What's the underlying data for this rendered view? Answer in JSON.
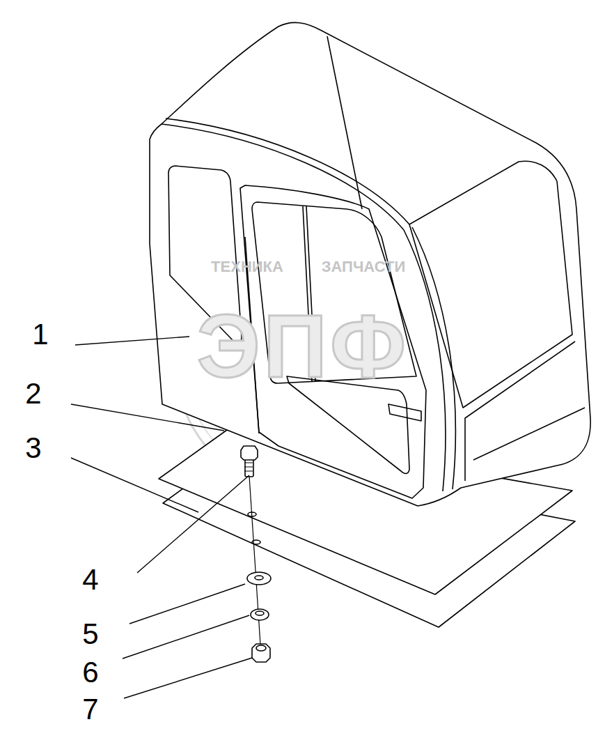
{
  "diagram": {
    "labels": [
      "1",
      "2",
      "3",
      "4",
      "5",
      "6",
      "7",
      "ТЕХНИКА",
      "ЗАПЧАСТИ",
      "ЭПФ"
    ]
  }
}
